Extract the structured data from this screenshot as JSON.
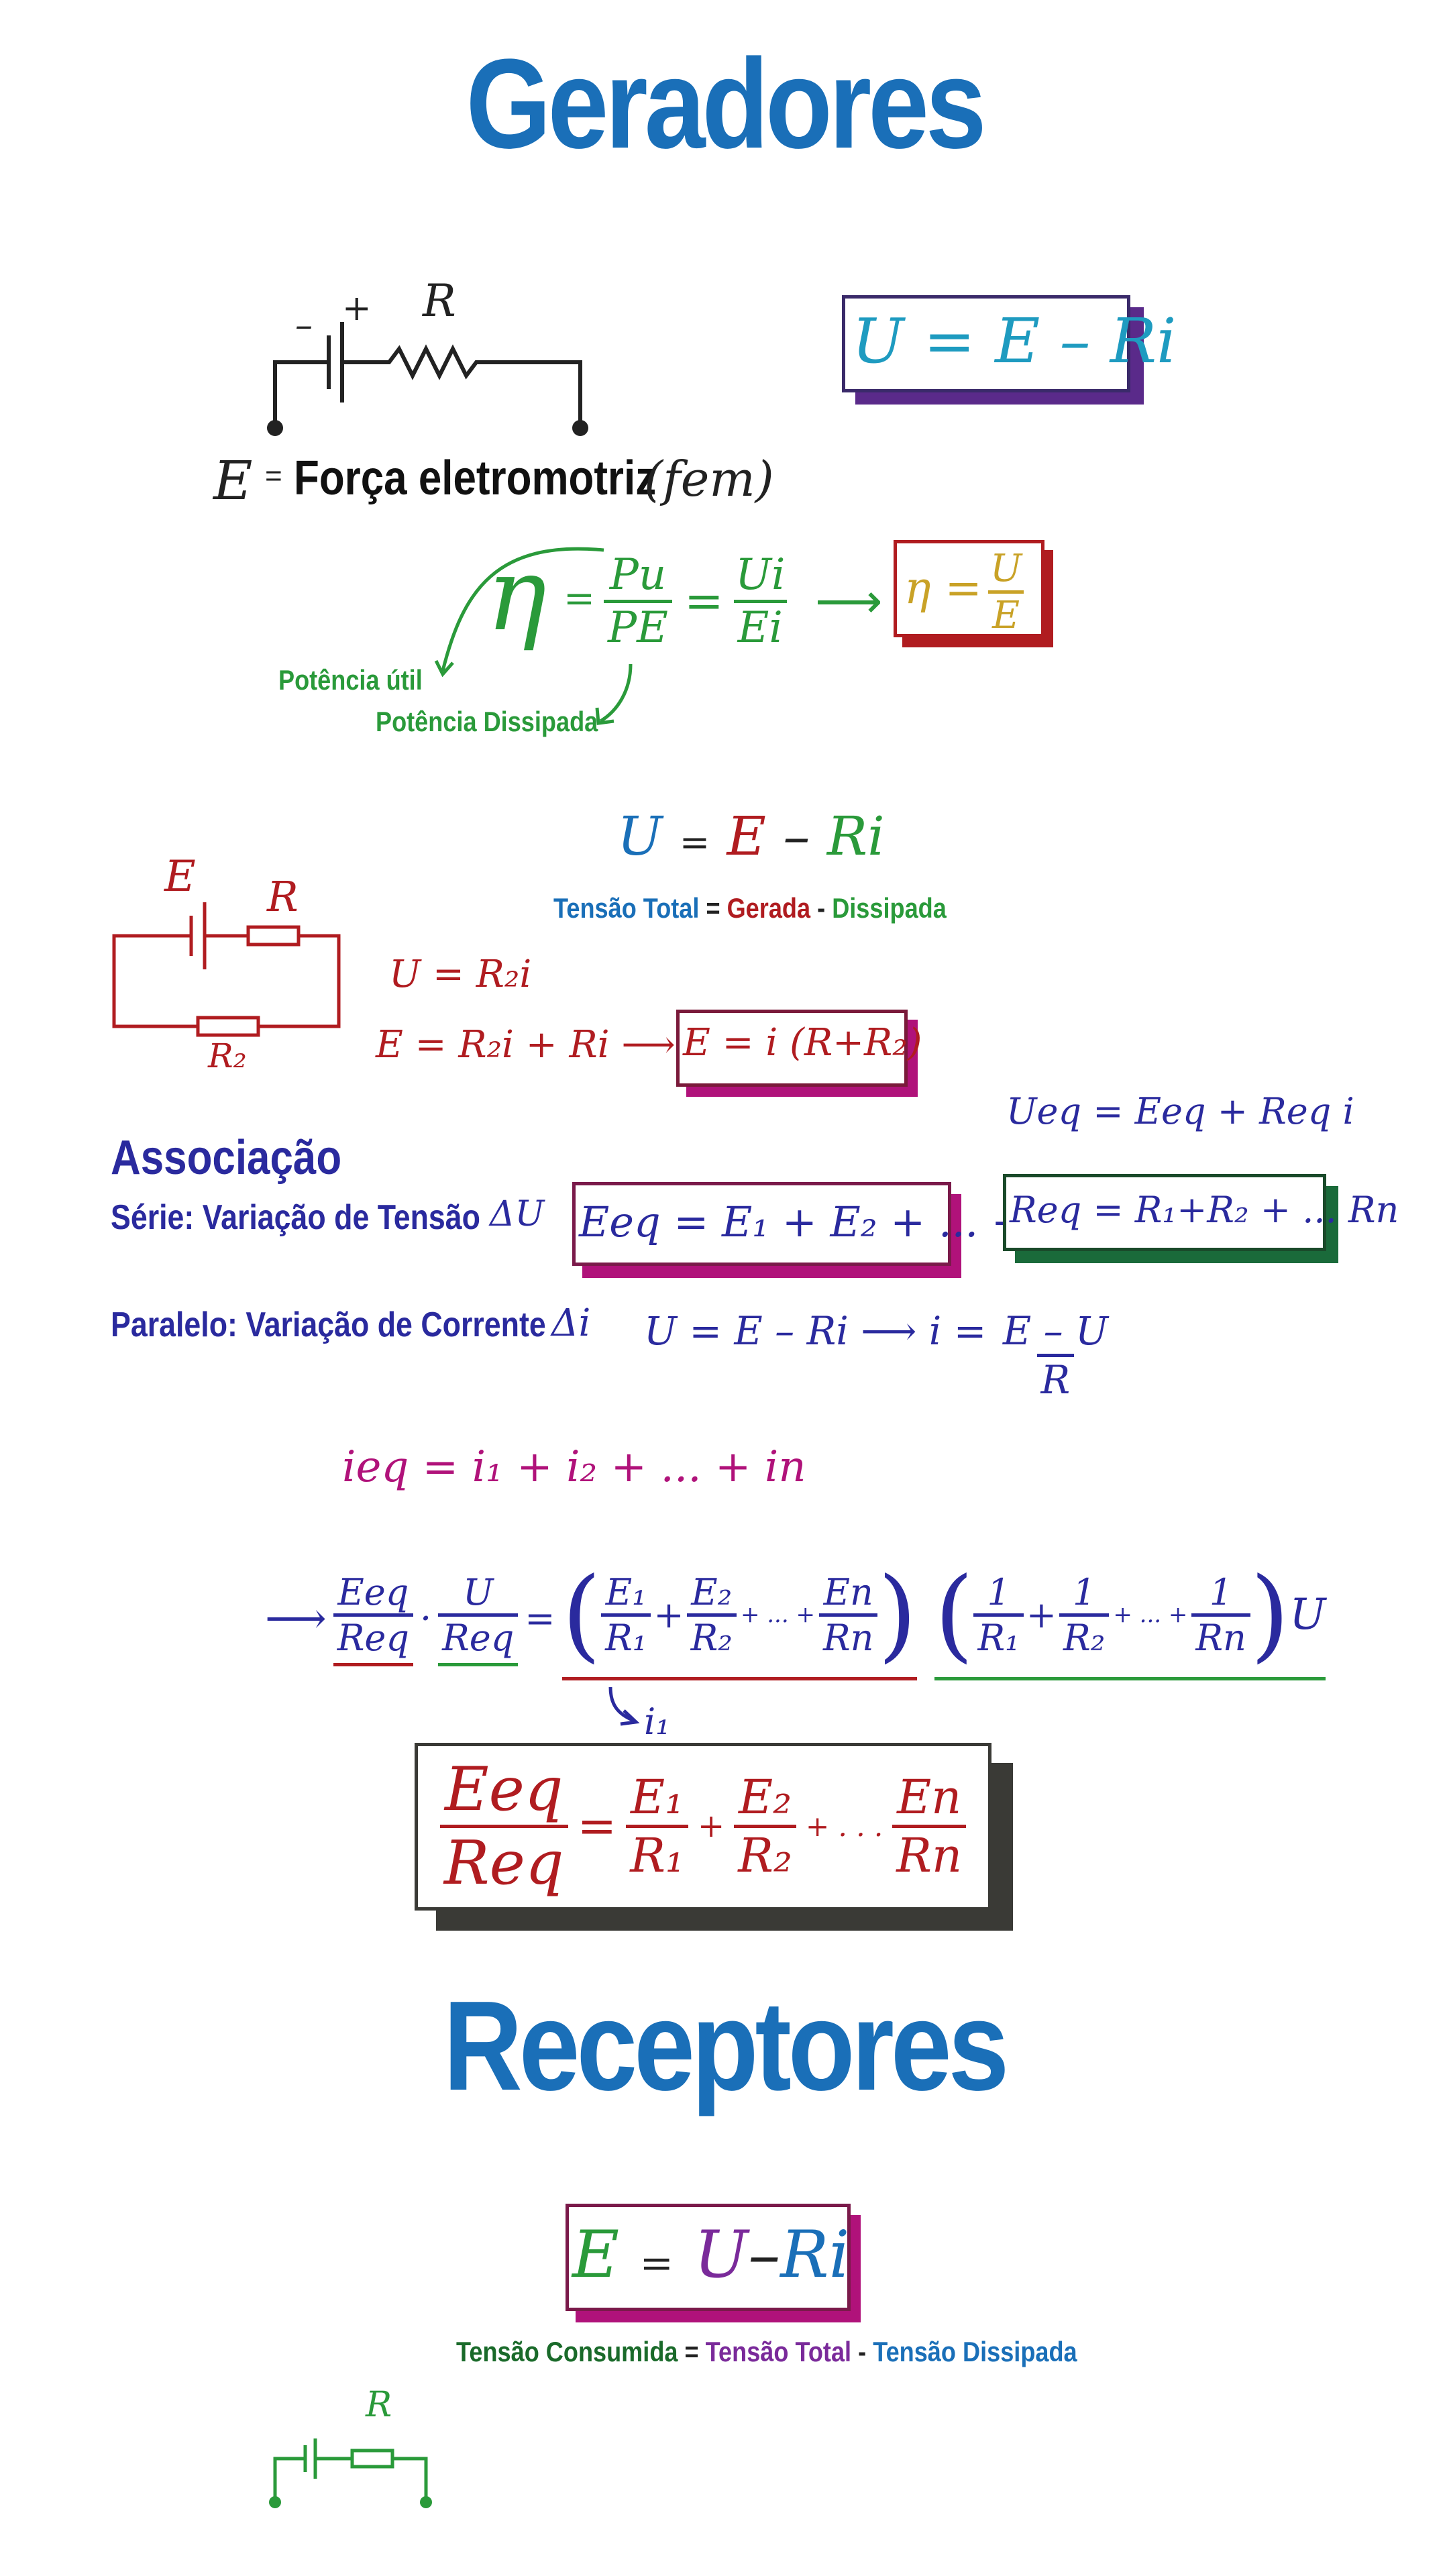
{
  "title_geradores": "Geradores",
  "title_receptores": "Receptores",
  "circuit1": {
    "minus": "–",
    "plus": "+",
    "resistor": "R"
  },
  "eq_u_eri": "U = E – Ri",
  "fem_line": {
    "symbol": "E",
    "eq": "=",
    "label": "Força eletromotriz",
    "abbr": "(fem)"
  },
  "efficiency": {
    "eta": "η",
    "eq1": "=",
    "num1": "Pu",
    "den1": "PE",
    "eq2": "=",
    "num2": "Ui",
    "den2": "Ei",
    "arrow": "⟶",
    "box_eta": "η =",
    "box_num": "U",
    "box_den": "E",
    "label_util": "Potência útil",
    "label_dissipada": "Potência Dissipada"
  },
  "central_eq": {
    "U": "U",
    "eq": "=",
    "E": "E",
    "minus": "–",
    "Ri": "Ri"
  },
  "tensao_line": {
    "total": "Tensão  Total",
    "eq": "=",
    "gerada": "Gerada",
    "dash": "-",
    "dissipada": "Dissipada"
  },
  "circuit2": {
    "source": "E",
    "resistor": "R",
    "resistor2": "R₂"
  },
  "red_eqs": {
    "line1": "U = R₂i",
    "line2": "E = R₂i + Ri ⟶",
    "box": "E = i (R+R₂)"
  },
  "ueq": "Ueq = Eeq + Req i",
  "associacao": {
    "title": "Associação",
    "serie": "Série: Variação de Tensão",
    "serie_symbol": "ΔU",
    "serie_box": "Eeq = E₁ + E₂ + ... + En",
    "req_box": "Req = R₁+R₂ + ... Rn",
    "paralelo": "Paralelo: Variação de Corrente",
    "paralelo_symbol": "Δi",
    "paralelo_eq": "U = E – Ri ⟶ i = ",
    "paralelo_num": "E – U",
    "paralelo_den": "R",
    "ieq": "ieq = i₁ + i₂ + ... + in"
  },
  "long_eq": {
    "arrow": "⟶",
    "f1n": "Eeq",
    "f1d": "Req",
    "dot": "·",
    "f2n": "U",
    "f2d": "Req",
    "eq": "=",
    "g1n": "E₁",
    "g1d": "R₁",
    "plus1": "+",
    "g2n": "E₂",
    "g2d": "R₂",
    "dots": "+ ... +",
    "g3n": "En",
    "g3d": "Rn",
    "h1n": "1",
    "h1d": "R₁",
    "hplus": "+",
    "h2n": "1",
    "h2d": "R₂",
    "hdots": "+ ... +",
    "h3n": "1",
    "h3d": "Rn",
    "U": "U",
    "i1": "i₁"
  },
  "final_box": {
    "ln": "Eeq",
    "ld": "Req",
    "eq": "=",
    "n1": "E₁",
    "d1": "R₁",
    "p1": "+",
    "n2": "E₂",
    "d2": "R₂",
    "p2": "+ . . .",
    "n3": "En",
    "d3": "Rn"
  },
  "receptor_box": {
    "E": "E",
    "eq": "=",
    "U": "U",
    "minus": "–",
    "Ri": "Ri"
  },
  "receptor_line": {
    "consumida": "Tensão Consumida",
    "eq": "=",
    "total": "Tensão Total",
    "dash": "-",
    "dissipada": "Tensão Dissipada"
  },
  "circuit3": {
    "resistor": "R"
  },
  "colors": {
    "blue": "#1a6fb8",
    "navy": "#2a2a9e",
    "red": "#b01c20",
    "green": "#2a9a3a",
    "magenta": "#b0127a",
    "purple": "#5a2a8a",
    "dark": "#3a3a36",
    "gold": "#c9a227",
    "teal": "#1e9bc0"
  }
}
